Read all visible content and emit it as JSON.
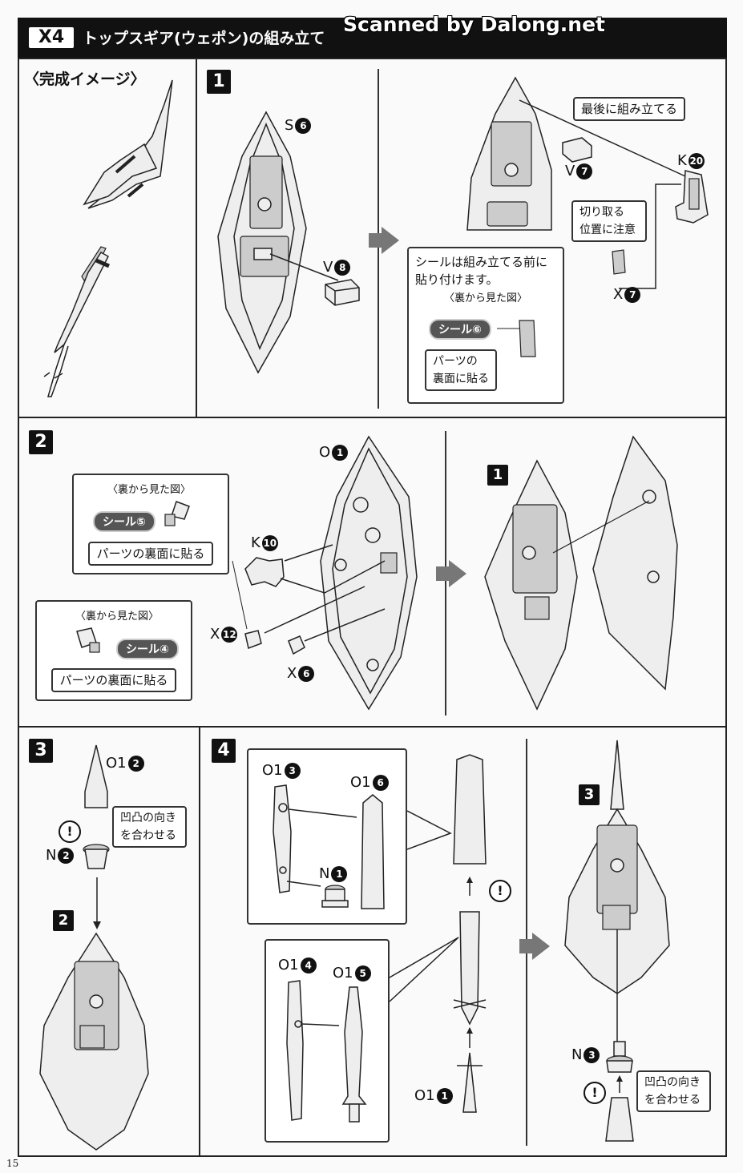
{
  "header": {
    "badge": "X4",
    "title": "トップスギア(ウェポン)の組み立て",
    "watermark": "Scanned by Dalong.net"
  },
  "complete": {
    "title": "〈完成イメージ〉"
  },
  "step1": {
    "num": "1",
    "s6": "S",
    "s6n": "6",
    "v8": "V",
    "v8n": "8",
    "last": "最後に組み立てる",
    "k20": "K",
    "k20n": "20",
    "v7": "V",
    "v7n": "7",
    "cut_line1": "切り取る",
    "cut_line2": "位置に注意",
    "x7": "X",
    "x7n": "7",
    "sticker_note_line1": "シールは組み立てる前に",
    "sticker_note_line2": "貼り付けます。",
    "back_view": "〈裏から見た図〉",
    "sticker6": "シール⑥",
    "paste_line1": "パーツの",
    "paste_line2": "裏面に貼る"
  },
  "step2": {
    "num": "2",
    "back_view_a": "〈裏から見た図〉",
    "sticker5": "シール⑤",
    "paste_a": "パーツの裏面に貼る",
    "back_view_b": "〈裏から見た図〉",
    "sticker4": "シール④",
    "paste_b": "パーツの裏面に貼る",
    "o1": "O",
    "o1n": "1",
    "k10": "K",
    "k10n": "10",
    "x12": "X",
    "x12n": "12",
    "x6": "X",
    "x6n": "6",
    "ref1": "1"
  },
  "step3": {
    "num": "3",
    "o12": "O1",
    "o12n": "2",
    "n2": "N",
    "n2n": "2",
    "align_line1": "凹凸の向き",
    "align_line2": "を合わせる",
    "ref2": "2",
    "warn": "!"
  },
  "step4": {
    "num": "4",
    "o13": "O1",
    "o13n": "3",
    "o16": "O1",
    "o16n": "6",
    "n1": "N",
    "n1n": "1",
    "o14": "O1",
    "o14n": "4",
    "o15": "O1",
    "o15n": "5",
    "o11": "O1",
    "o11n": "1",
    "ref3": "3",
    "n3": "N",
    "n3n": "3",
    "align_line1": "凹凸の向き",
    "align_line2": "を合わせる",
    "warn": "!"
  },
  "page_number": "15"
}
